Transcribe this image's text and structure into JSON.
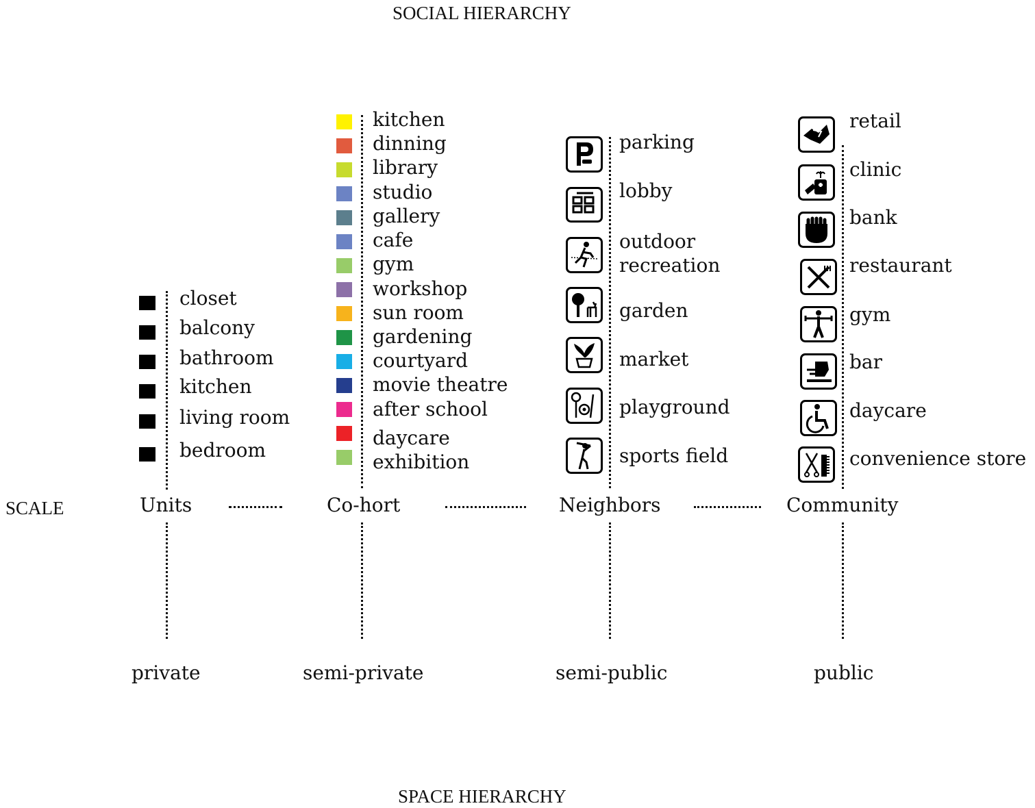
{
  "titles": {
    "top": "SOCIAL HIERARCHY",
    "bottom": "SPACE HIERARCHY",
    "scale": "SCALE"
  },
  "scale_levels": [
    "Units",
    "Co-hort",
    "Neighbors",
    "Community"
  ],
  "privacy_levels": [
    "private",
    "semi-private",
    "semi-public",
    "public"
  ],
  "units": {
    "items": [
      "closet",
      "balcony",
      "bathroom",
      "kitchen",
      "living room",
      "bedroom"
    ],
    "marker_color": "#000000"
  },
  "cohort": {
    "items": [
      {
        "label": "kitchen",
        "color": "#FFF200"
      },
      {
        "label": "dinning",
        "color": "#E15B3E"
      },
      {
        "label": "library",
        "color": "#C7DB2E"
      },
      {
        "label": "studio",
        "color": "#6C83C4"
      },
      {
        "label": "gallery",
        "color": "#5C7F8D"
      },
      {
        "label": "cafe",
        "color": "#6C83C4"
      },
      {
        "label": "gym",
        "color": "#98CC69"
      },
      {
        "label": "workshop",
        "color": "#8D71A8"
      },
      {
        "label": "sun room",
        "color": "#F7B31C"
      },
      {
        "label": "gardening",
        "color": "#1F9447"
      },
      {
        "label": "courtyard",
        "color": "#18AEE6"
      },
      {
        "label": "movie theatre",
        "color": "#253E8E"
      },
      {
        "label": "after school",
        "color": "#EC2B8E"
      },
      {
        "label": "daycare",
        "color": "#EC2227"
      },
      {
        "label": "exhibition",
        "color": "#98CC69"
      }
    ]
  },
  "neighbors": {
    "items": [
      {
        "label": "parking",
        "icon": "parking-icon"
      },
      {
        "label": "lobby",
        "icon": "lobby-icon"
      },
      {
        "label": "outdoor\nrecreation",
        "icon": "outdoor-recreation-icon"
      },
      {
        "label": "garden",
        "icon": "garden-icon"
      },
      {
        "label": "market",
        "icon": "market-icon"
      },
      {
        "label": "playground",
        "icon": "playground-icon"
      },
      {
        "label": "sports field",
        "icon": "sports-field-icon"
      }
    ]
  },
  "community": {
    "items": [
      {
        "label": "retail",
        "icon": "retail-icon"
      },
      {
        "label": "clinic",
        "icon": "clinic-icon"
      },
      {
        "label": "bank",
        "icon": "bank-icon"
      },
      {
        "label": "restaurant",
        "icon": "restaurant-icon"
      },
      {
        "label": "gym",
        "icon": "gym-icon"
      },
      {
        "label": "bar",
        "icon": "bar-icon"
      },
      {
        "label": "daycare",
        "icon": "daycare-icon"
      },
      {
        "label": "convenience store",
        "icon": "convenience-store-icon"
      }
    ]
  }
}
